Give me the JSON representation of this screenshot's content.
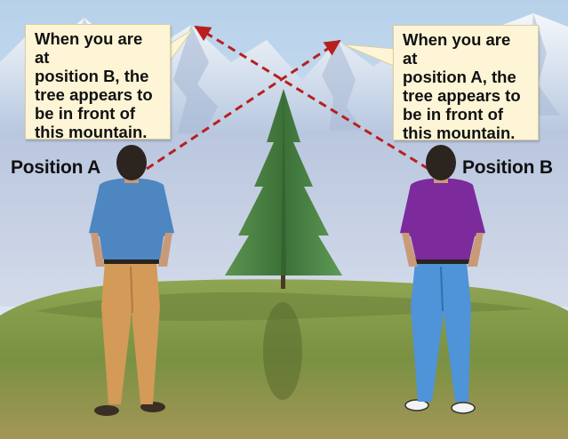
{
  "callout_left": "When you are at\nposition B, the\ntree appears to\nbe in front of\nthis mountain.",
  "callout_right": "When you are at\nposition A, the\ntree appears to\nbe in front of\nthis mountain.",
  "label_position_a": "Position A",
  "label_position_b": "Position B",
  "colors": {
    "sky": "#c6dcef",
    "mountain_snow": "#f2f6fb",
    "callout_fill": "#fdf5d6",
    "sight_line": "#b8201e",
    "person_a_shirt": "#4d86c0",
    "person_a_pants": "#d59a5a",
    "person_b_shirt": "#7c2a9c",
    "person_b_pants": "#4f93d8",
    "grass": "#7f9a45",
    "tree": "#3f7a3c"
  }
}
